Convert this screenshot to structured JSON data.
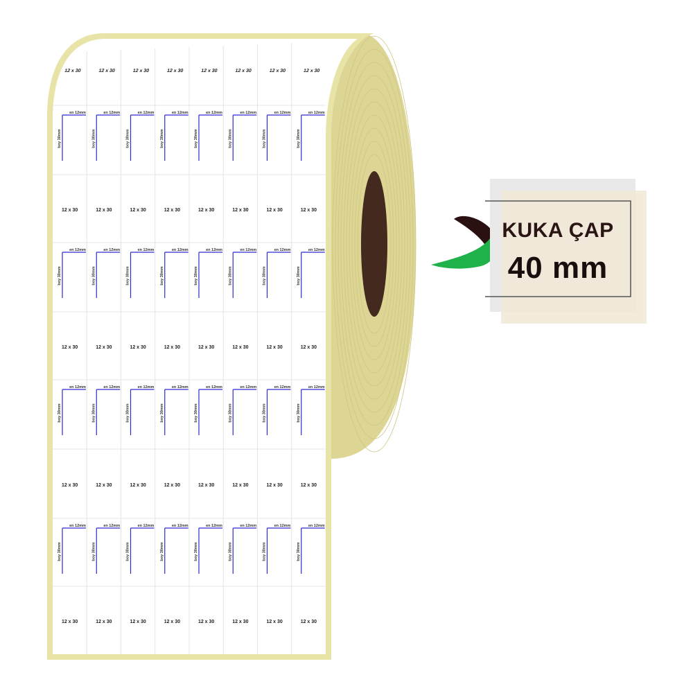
{
  "label_roll": {
    "columns": 8,
    "rows": 9,
    "size_text": "12 x 30",
    "size_text_top": "12 x 30",
    "width_dim_text": "en 12mm",
    "height_dim_text_a": "boy 30mm",
    "height_dim_text_b": "boy 30mm",
    "row_kinds": [
      "size-top",
      "dim",
      "size",
      "dim-b",
      "size",
      "dim",
      "size",
      "dim",
      "size"
    ]
  },
  "info": {
    "title": "KUKA ÇAP",
    "value": "40 mm"
  },
  "colors": {
    "roll_edge": "#e8e3a6",
    "roll_side": "#dcd593",
    "roll_side_ring": "#cfc682",
    "core": "#43291e",
    "label_sheet": "#ffffff",
    "grid_line": "#e4e4e4",
    "dim_line": "#2b2bd0",
    "info_box_back": "#e9e9e9",
    "info_box_front": "#f1e7d5",
    "info_box_border": "#555555",
    "arrow_dark": "#2a1010",
    "arrow_green": "#1fb24a"
  }
}
